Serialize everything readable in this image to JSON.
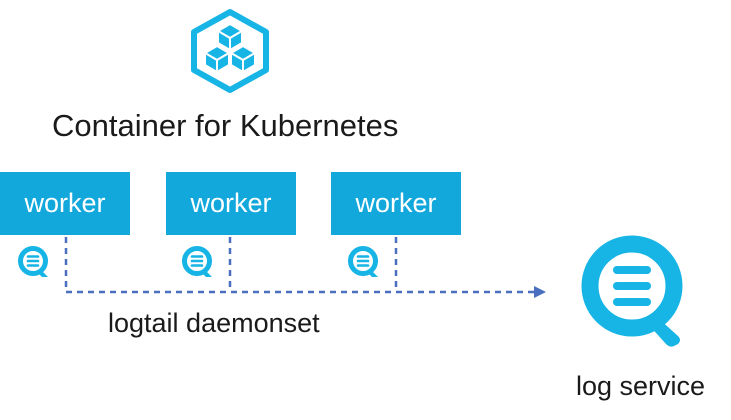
{
  "title": "Container for Kubernetes",
  "workers": [
    {
      "label": "worker"
    },
    {
      "label": "worker"
    },
    {
      "label": "worker"
    }
  ],
  "daemonset_label": "logtail daemonset",
  "service_label": "log service",
  "colors": {
    "accent": "#17b4e6",
    "worker_fill": "#12a8dc",
    "connector": "#4a6fbf",
    "text": "#1a1a1a"
  },
  "icons": {
    "logo": "kubernetes-container-icon",
    "agent": "log-search-icon",
    "service": "log-search-icon"
  }
}
